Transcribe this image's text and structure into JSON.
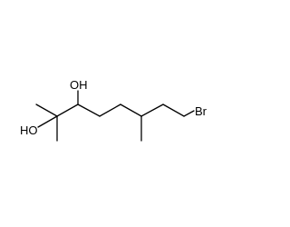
{
  "molecule": {
    "atoms": {
      "oh_upper": "OH",
      "oh_lower": "HO",
      "bromine": "Br"
    },
    "colors": {
      "bond": "#000000",
      "label": "#000000",
      "background": "#ffffff"
    }
  }
}
